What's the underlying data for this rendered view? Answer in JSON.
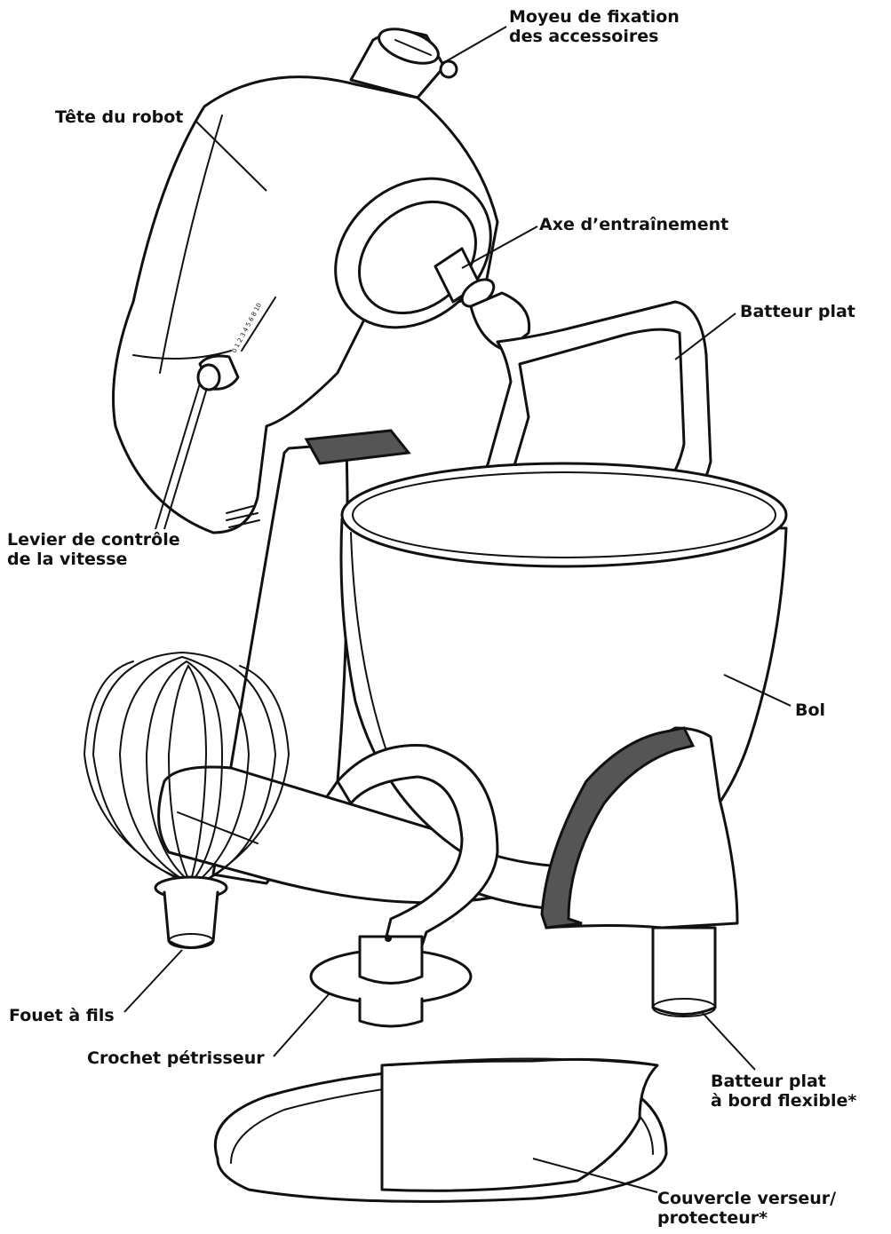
{
  "labels": {
    "moyeu": [
      "Moyeu de fixation",
      "des accessoires"
    ],
    "tete": [
      "Tête du robot"
    ],
    "axe": [
      "Axe d’entraînement"
    ],
    "batteur_plat": [
      "Batteur plat"
    ],
    "levier": [
      "Levier de contrôle",
      "de la vitesse"
    ],
    "bol": [
      "Bol"
    ],
    "fouet": [
      "Fouet à fils"
    ],
    "crochet": [
      "Crochet pétrisseur"
    ],
    "batteur_flex": [
      "Batteur plat",
      "à bord flexible*"
    ],
    "couvercle": [
      "Couvercle verseur/",
      "protecteur*"
    ]
  },
  "speed_scale": "0 1 2 3 4 5 6 8 10"
}
